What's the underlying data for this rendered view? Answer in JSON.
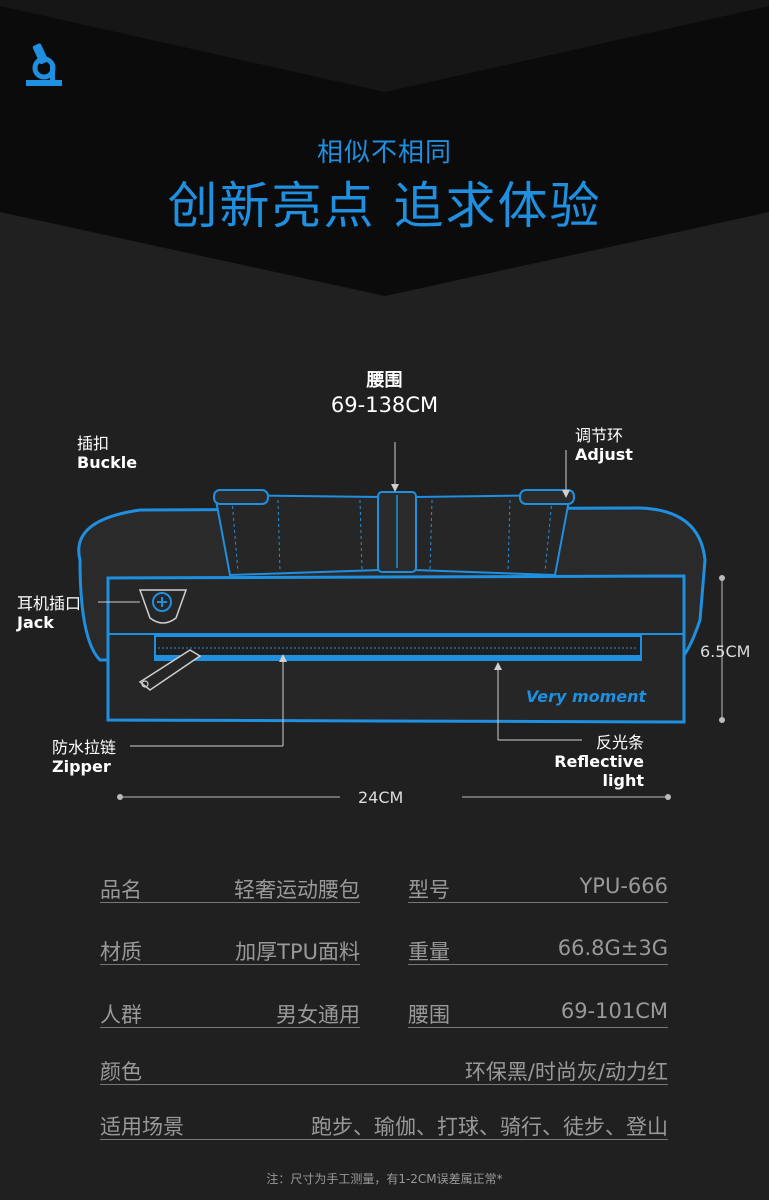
{
  "header": {
    "subtitle": "相似不相同",
    "title": "创新亮点 追求体验"
  },
  "brand": {
    "logo_icon": "microscope-icon",
    "accent": "#1f8fe0"
  },
  "diagram": {
    "waist_label": "腰围",
    "waist_value": "69-138CM",
    "buckle": {
      "cn": "插扣",
      "en": "Buckle"
    },
    "adjust": {
      "cn": "调节环",
      "en": "Adjust"
    },
    "jack": {
      "cn": "耳机插口",
      "en": "Jack"
    },
    "zipper": {
      "cn": "防水拉链",
      "en": "Zipper"
    },
    "reflective": {
      "cn": "反光条",
      "en": "Reflective light"
    },
    "height": "6.5CM",
    "width": "24CM",
    "brand_text": "Very moment"
  },
  "specs": [
    {
      "key": "品名",
      "value": "轻奢运动腰包"
    },
    {
      "key": "型号",
      "value": "YPU-666"
    },
    {
      "key": "材质",
      "value": "加厚TPU面料"
    },
    {
      "key": "重量",
      "value": "66.8G±3G"
    },
    {
      "key": "人群",
      "value": "男女通用"
    },
    {
      "key": "腰围",
      "value": "69-101CM"
    },
    {
      "key": "颜色",
      "value": "环保黑/时尚灰/动力红"
    },
    {
      "key": "适用场景",
      "value": "跑步、瑜伽、打球、骑行、徒步、登山"
    }
  ],
  "footnote": "注：尺寸为手工测量，有1-2CM误差属正常*"
}
